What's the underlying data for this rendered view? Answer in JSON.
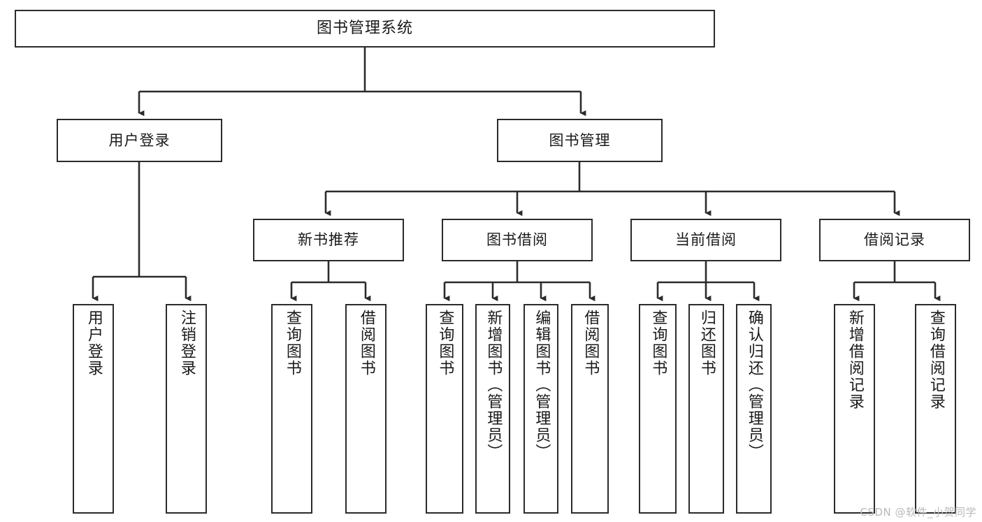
{
  "diagram": {
    "title": "图书管理系统",
    "background": "#ffffff",
    "line_color": "#2b2b2b",
    "text_color": "#1a1a1a",
    "watermark": "CSDN @软件_小贺同学"
  },
  "nodes": {
    "root": {
      "label": "图书管理系统"
    },
    "level2": [
      {
        "label": "用户登录"
      },
      {
        "label": "图书管理"
      }
    ],
    "level3": [
      {
        "label": "新书推荐"
      },
      {
        "label": "图书借阅"
      },
      {
        "label": "当前借阅"
      },
      {
        "label": "借阅记录"
      }
    ],
    "leaves": {
      "user_login": [
        {
          "label": "用户登录"
        },
        {
          "label": "注销登录"
        }
      ],
      "new_book": [
        {
          "label": "查询图书"
        },
        {
          "label": "借阅图书"
        }
      ],
      "book_borrow": [
        {
          "label": "查询图书"
        },
        {
          "label": "新增图书（管理员）"
        },
        {
          "label": "编辑图书（管理员）"
        },
        {
          "label": "借阅图书"
        }
      ],
      "current_borrow": [
        {
          "label": "查询图书"
        },
        {
          "label": "归还图书"
        },
        {
          "label": "确认归还（管理员）"
        }
      ],
      "borrow_record": [
        {
          "label": "新增借阅记录"
        },
        {
          "label": "查询借阅记录"
        }
      ]
    }
  }
}
